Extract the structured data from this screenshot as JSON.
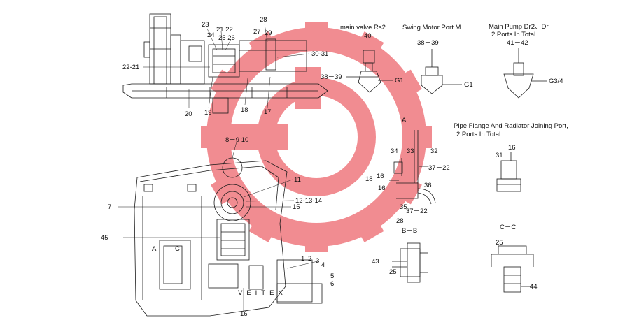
{
  "colors": {
    "line": "#1a1a1a",
    "watermark": "#f07d82",
    "watermark_text": "#9a9a9a"
  },
  "watermark": {
    "text": "VEITEX",
    "gear_icon": "gear-icon"
  },
  "titles": {
    "main_valve": "main valve Rs2",
    "swing_motor": "Swing Motor Port M",
    "main_pump_1": "Main Pump Dr2、Dr",
    "main_pump_2": "2 Ports In Total",
    "pipe_flange_1": "Pipe Flange And Radiator Joining Port,",
    "pipe_flange_2": "2 Ports In Total",
    "section_a": "A",
    "section_bb": "B－B",
    "section_cc": "C－C"
  },
  "callouts": {
    "c23": "23",
    "c21_22": "21  22",
    "c24": "24",
    "c25_26": "25 26",
    "c28": "28",
    "c27": "27",
    "c29": "29",
    "c30_31": "30-31",
    "c22_21": "22-21",
    "c20": "20",
    "c19": "19",
    "c18": "18",
    "c17": "17",
    "c40": "40",
    "c38_39_a": "38－39",
    "c38_39_b": "38－39",
    "c41_42": "41－42",
    "g1_a": "G1",
    "g1_b": "G1",
    "g3_4": "G3/4",
    "c8_9_10": "8－9 10",
    "c11": "11",
    "c12_13_14": "12-13-14",
    "c15": "15",
    "c7": "7",
    "c45": "45",
    "small_a": "A",
    "small_c": "C",
    "c1": "1",
    "c2": "2",
    "c3": "3",
    "c4": "4",
    "c5": "5",
    "c6": "6",
    "c16_bottom": "16",
    "c34": "34",
    "c33": "33",
    "c32": "32",
    "c37_22_a": "37－22",
    "c16_a": "16",
    "c18_b": "18",
    "c16_b": "16",
    "c36": "36",
    "c35": "35",
    "c37_22_b": "37－22",
    "c28_b": "28",
    "c43": "43",
    "c25_b": "25",
    "c31": "31",
    "c16_c": "16",
    "c25_c": "25",
    "c44": "44"
  }
}
